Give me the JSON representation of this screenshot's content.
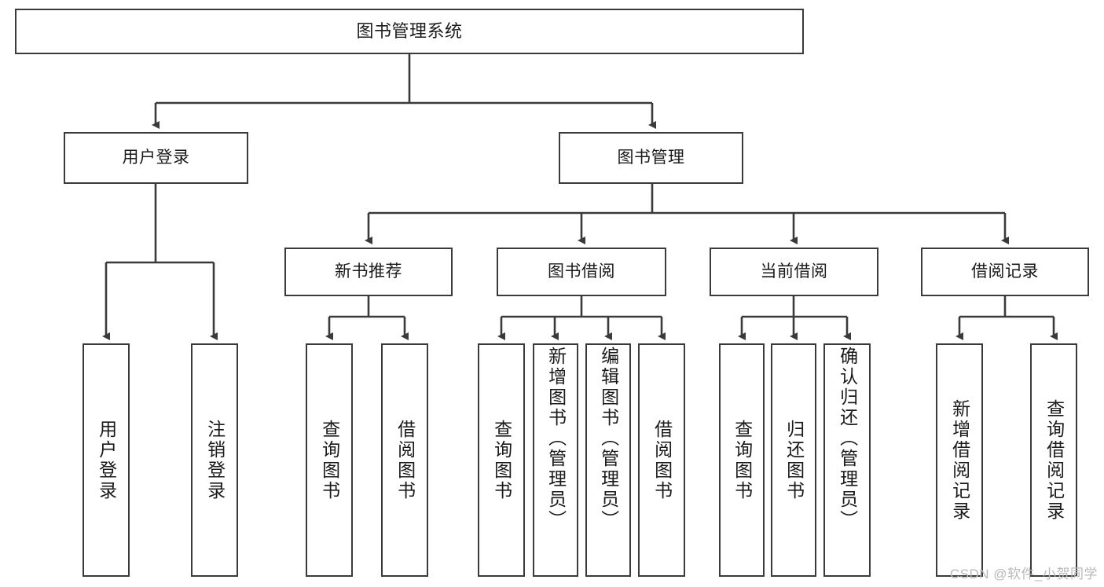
{
  "diagram": {
    "title": "图书管理系统",
    "watermark": "CSDN @软件_小贺同学",
    "line_color": "#3a3a3a",
    "box_fill": "#ffffff",
    "text_color": "#1a1a1a",
    "watermark_color": "#b9b9b9"
  },
  "nodes": {
    "root": {
      "label": "图书管理系统"
    },
    "level2": [
      {
        "label": "用户登录"
      },
      {
        "label": "图书管理"
      }
    ],
    "level3": [
      {
        "label": "新书推荐"
      },
      {
        "label": "图书借阅"
      },
      {
        "label": "当前借阅"
      },
      {
        "label": "借阅记录"
      }
    ],
    "leaves": {
      "user_login": [
        {
          "label": "用户登录"
        },
        {
          "label": "注销登录"
        }
      ],
      "new_book": [
        {
          "label": "查询图书"
        },
        {
          "label": "借阅图书"
        }
      ],
      "book_borrow": [
        {
          "label": "查询图书"
        },
        {
          "label": "新增图书（管理员）"
        },
        {
          "label": "编辑图书（管理员）"
        },
        {
          "label": "借阅图书"
        }
      ],
      "current_borrow": [
        {
          "label": "查询图书"
        },
        {
          "label": "归还图书"
        },
        {
          "label": "确认归还（管理员）"
        }
      ],
      "borrow_record": [
        {
          "label": "新增借阅记录"
        },
        {
          "label": "查询借阅记录"
        }
      ]
    }
  },
  "chart_data": {
    "type": "table",
    "title": "图书管理系统 功能结构图",
    "tree": {
      "name": "图书管理系统",
      "children": [
        {
          "name": "用户登录",
          "children": [
            {
              "name": "用户登录"
            },
            {
              "name": "注销登录"
            }
          ]
        },
        {
          "name": "图书管理",
          "children": [
            {
              "name": "新书推荐",
              "children": [
                {
                  "name": "查询图书"
                },
                {
                  "name": "借阅图书"
                }
              ]
            },
            {
              "name": "图书借阅",
              "children": [
                {
                  "name": "查询图书"
                },
                {
                  "name": "新增图书（管理员）"
                },
                {
                  "name": "编辑图书（管理员）"
                },
                {
                  "name": "借阅图书"
                }
              ]
            },
            {
              "name": "当前借阅",
              "children": [
                {
                  "name": "查询图书"
                },
                {
                  "name": "归还图书"
                },
                {
                  "name": "确认归还（管理员）"
                }
              ]
            },
            {
              "name": "借阅记录",
              "children": [
                {
                  "name": "新增借阅记录"
                },
                {
                  "name": "查询借阅记录"
                }
              ]
            }
          ]
        }
      ]
    }
  }
}
